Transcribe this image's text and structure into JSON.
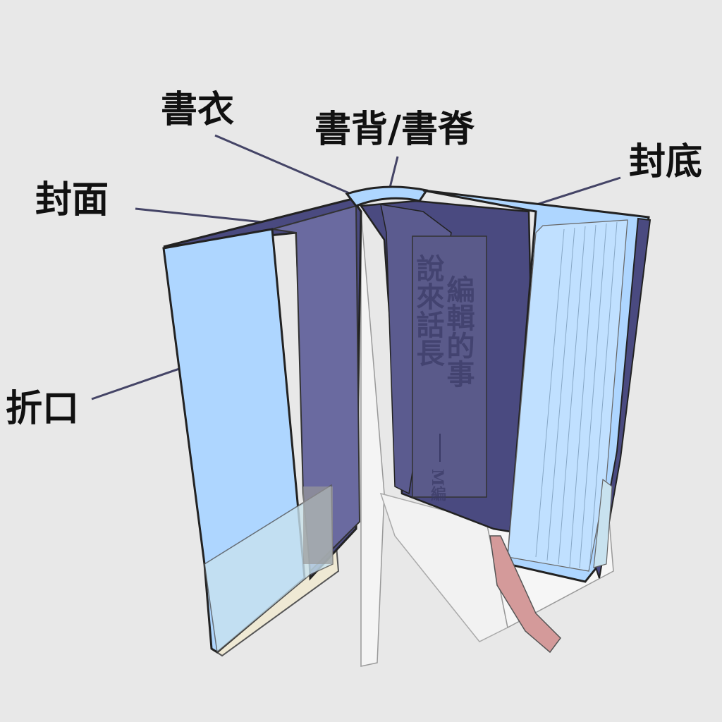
{
  "labels": {
    "shuyi": "書衣",
    "shubei": "書背/書脊",
    "fengdi": "封底",
    "fengmian": "封面",
    "zhekou": "折口"
  },
  "cover_title": {
    "col1": "編輯的事",
    "col2": "說來話長",
    "author": "M編"
  },
  "colors": {
    "background": "#e8e8e8",
    "jacket_light_blue": "#aed6ff",
    "jacket_navy": "#4a4a80",
    "ribbon": "#d49a9a",
    "leader_line": "#444466"
  }
}
